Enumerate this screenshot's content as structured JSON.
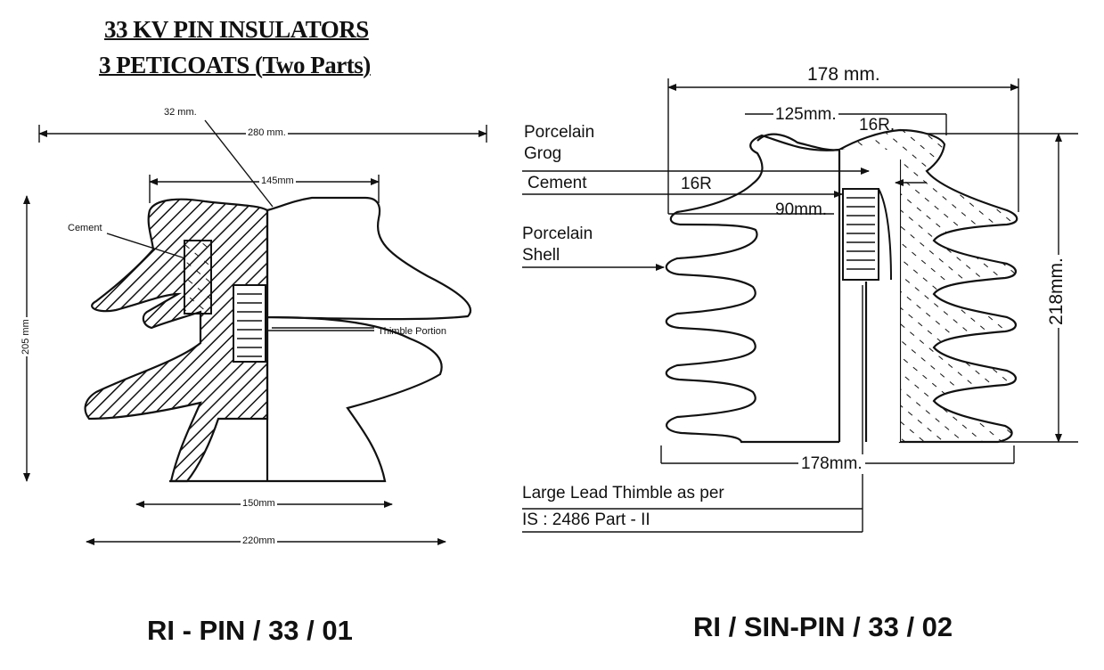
{
  "title": {
    "line1": "33 KV PIN INSULATORS",
    "line2": "3 PETICOATS (Two Parts)"
  },
  "left_diagram": {
    "model": "RI - PIN / 33 / 01",
    "dim_top_width": "280 mm.",
    "dim_groove": "32 mm.",
    "dim_head": "145mm",
    "dim_height": "205 mm",
    "dim_base_inner": "150mm",
    "dim_base_outer": "220mm",
    "label_cement": "Cement",
    "label_thimble": "Thimble Portion"
  },
  "right_diagram": {
    "model": "RI / SIN-PIN / 33 / 02",
    "dim_top": "178 mm.",
    "dim_head": "125mm.",
    "dim_radius_top": "16R.",
    "dim_radius_mid": "16R",
    "dim_bore": "90mm.",
    "dim_height": "218mm.",
    "dim_base": "178mm.",
    "label_grog_1": "Porcelain",
    "label_grog_2": "Grog",
    "label_cement": "Cement",
    "label_shell_1": "Porcelain",
    "label_shell_2": "Shell",
    "label_thimble_1": "Large Lead Thimble as per",
    "label_thimble_2": "IS : 2486 Part - II"
  },
  "colors": {
    "ink": "#111111",
    "paper": "#ffffff"
  }
}
